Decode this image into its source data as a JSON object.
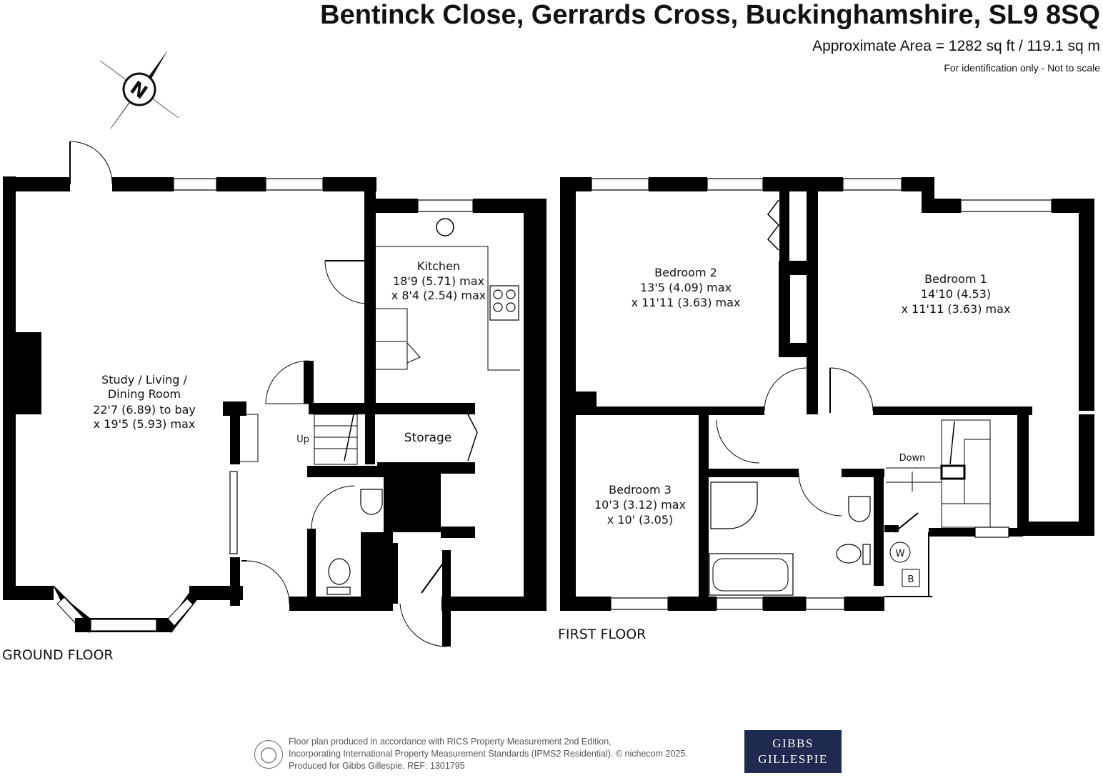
{
  "header": {
    "title": "Bentinck Close, Gerrards Cross, Buckinghamshire, SL9 8SQ",
    "area": "Approximate Area = 1282 sq ft / 119.1 sq m",
    "note": "For identification only - Not to scale"
  },
  "compass": {
    "label": "N"
  },
  "ground_floor": {
    "label": "GROUND FLOOR",
    "living": {
      "name1": "Study / Living  /",
      "name2": "Dining Room",
      "dim1": "22'7 (6.89) to bay",
      "dim2": "x 19'5 (5.93) max"
    },
    "kitchen": {
      "name": "Kitchen",
      "dim1": "18'9 (5.71) max",
      "dim2": "x 8'4 (2.54) max"
    },
    "storage": "Storage",
    "stairs": "Up"
  },
  "first_floor": {
    "label": "FIRST FLOOR",
    "bedroom1": {
      "name": "Bedroom 1",
      "dim1": "14'10 (4.53)",
      "dim2": "x 11'11 (3.63) max"
    },
    "bedroom2": {
      "name": "Bedroom 2",
      "dim1": "13'5 (4.09) max",
      "dim2": "x 11'11 (3.63) max"
    },
    "bedroom3": {
      "name": "Bedroom 3",
      "dim1": "10'3 (3.12) max",
      "dim2": "x 10' (3.05)"
    },
    "stairs": "Down",
    "cupboard_w": "W",
    "cupboard_b": "B"
  },
  "footer": {
    "line1": "Floor plan produced in accordance with RICS Property Measurement 2nd Edition,",
    "line2": "Incorporating International Property Measurement Standards (IPMS2 Residential).   © nichecom 2025.",
    "line3": "Produced for Gibbs Gillespie.    REF:  1301795",
    "logo1": "GIBBS",
    "logo2": "GILLESPIE"
  }
}
